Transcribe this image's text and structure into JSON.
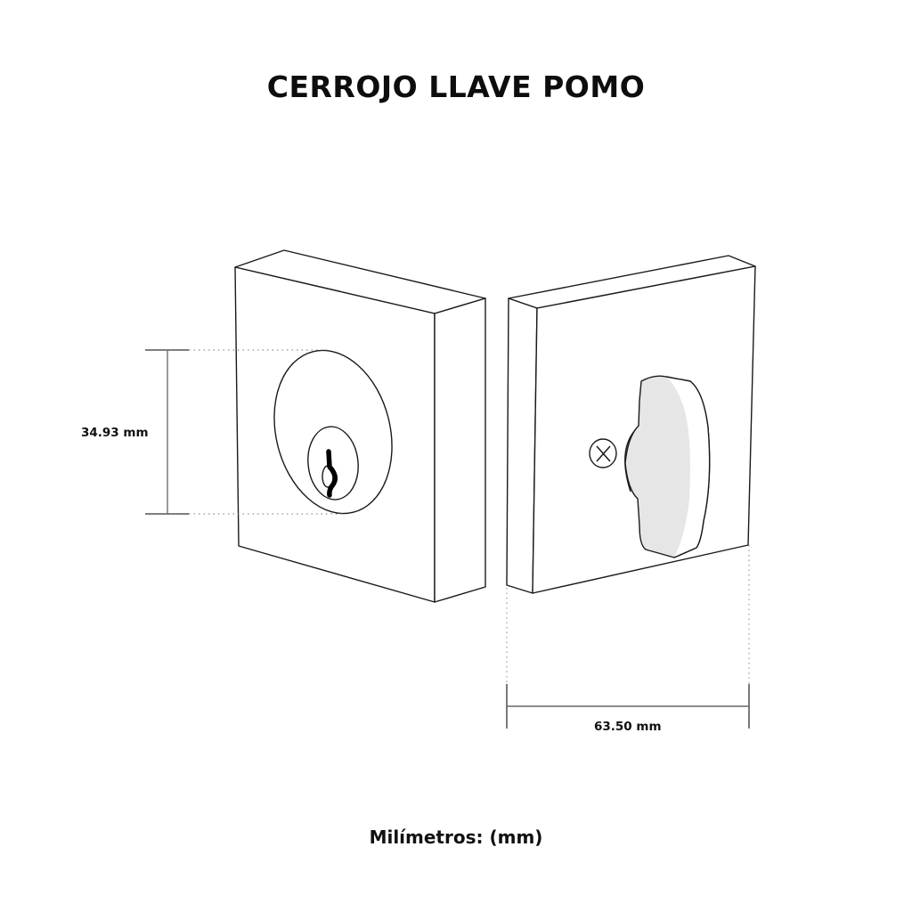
{
  "title": "CERROJO LLAVE POMO",
  "dimensions": {
    "height_label": "34.93 mm",
    "width_label": "63.50 mm"
  },
  "footer": "Milímetros: (mm)",
  "parts": {
    "left": "key-cylinder-side",
    "right": "thumb-turn-side"
  },
  "colors": {
    "stroke": "#1a1a1a",
    "thumb_fill": "#e6e6e6",
    "dim_line": "#555555"
  }
}
